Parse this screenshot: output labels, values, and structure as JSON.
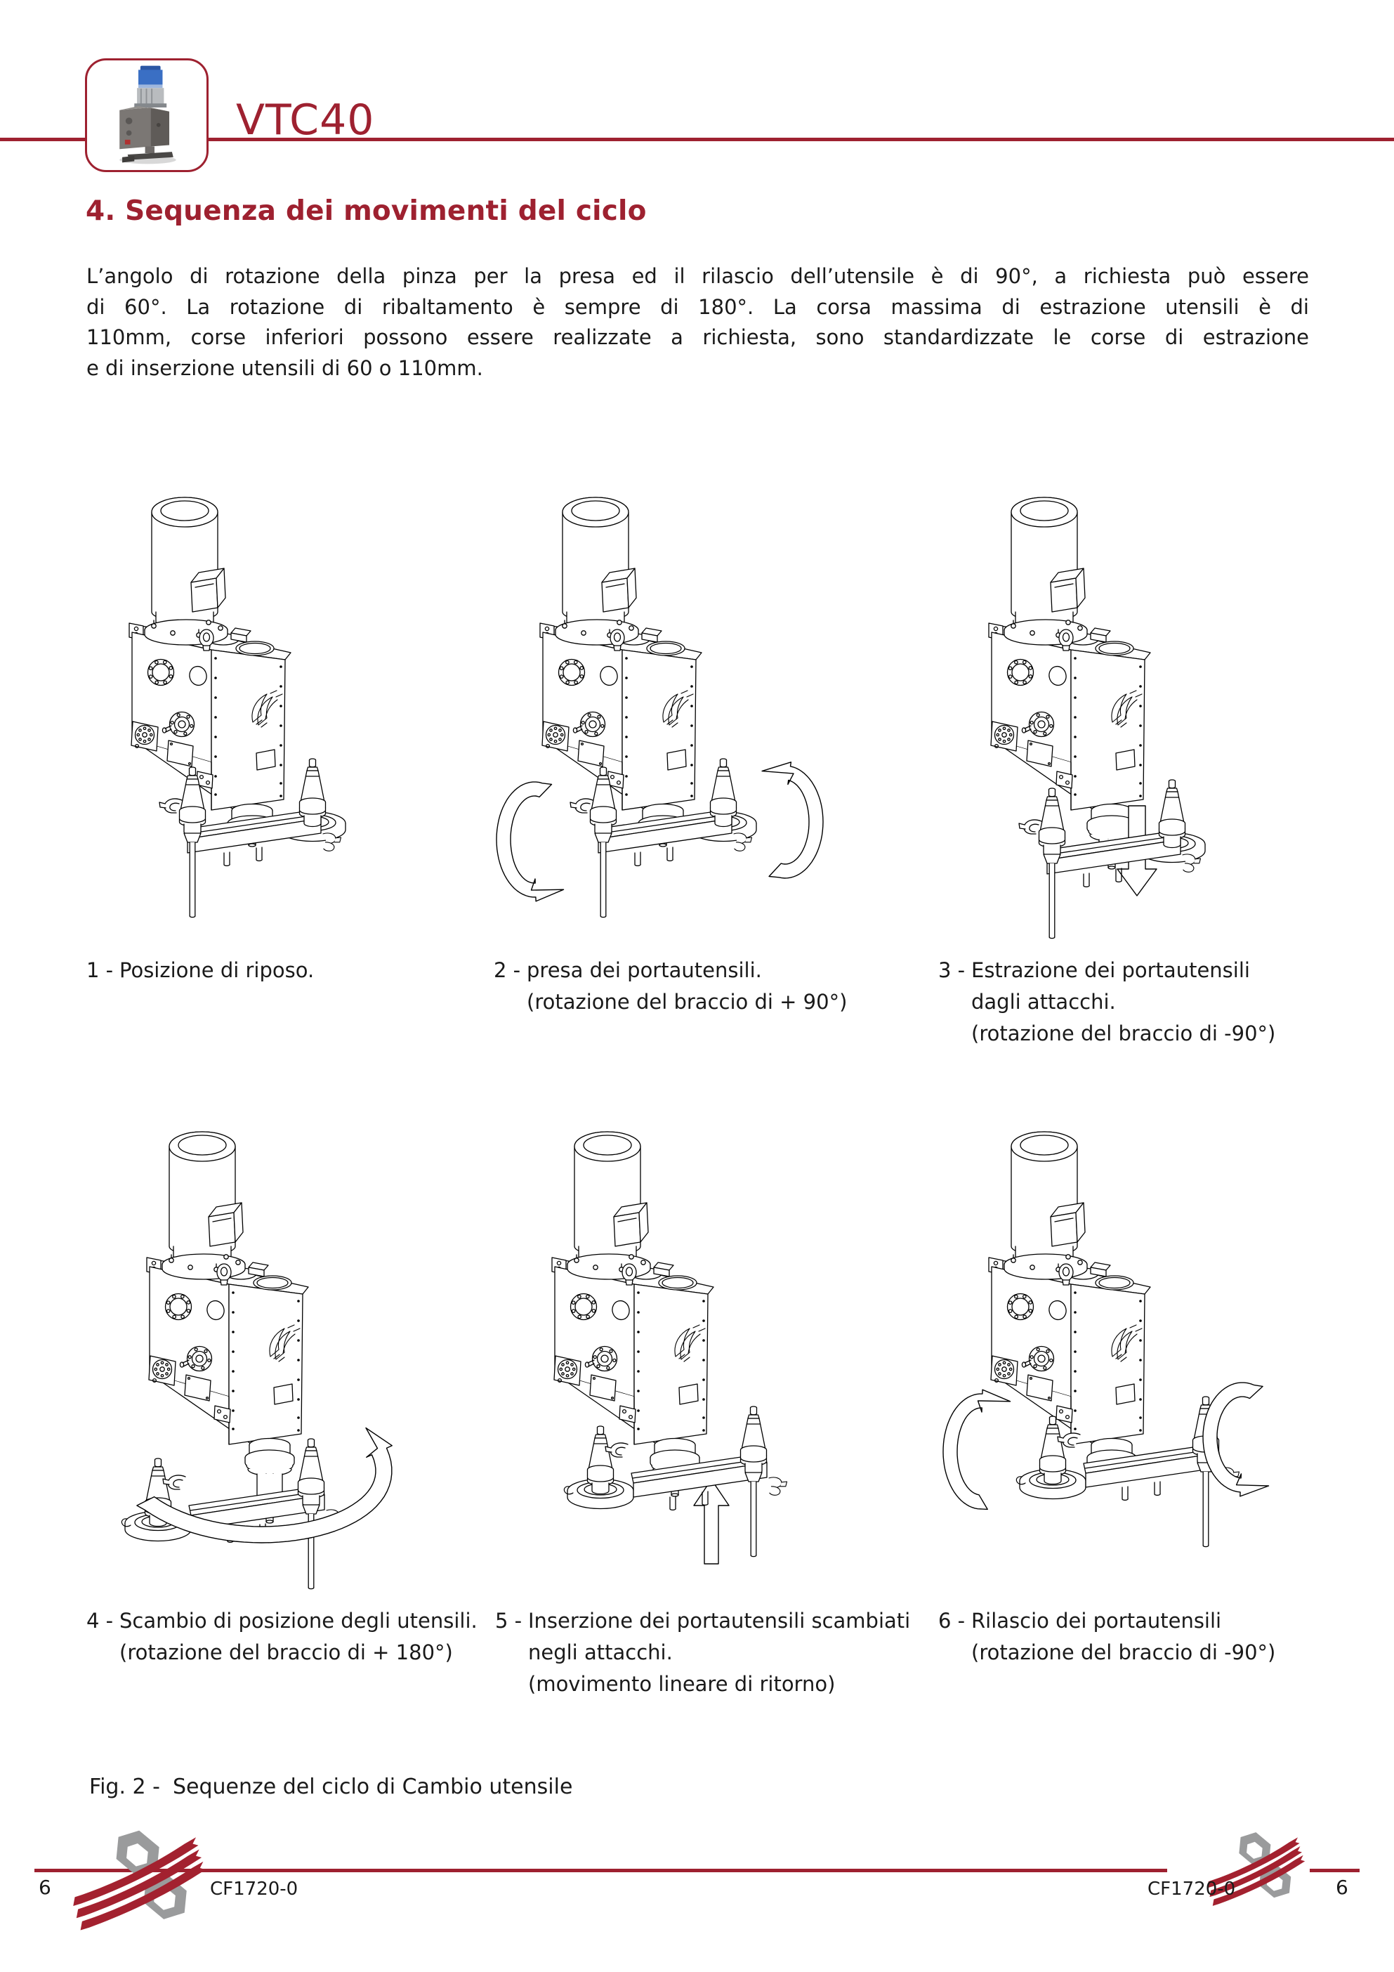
{
  "page": {
    "background": "#ffffff",
    "accent_color": "#9e2130",
    "text_color": "#1a1a1a"
  },
  "header": {
    "product_code": "VTC40",
    "logo": "machine-photo"
  },
  "section": {
    "title": "4. Sequenza dei movimenti del ciclo"
  },
  "paragraph": {
    "lines": [
      "L’angolo di rotazione della pinza per la presa ed il rilascio dell’utensile è di 90°, a richiesta può essere",
      "di  60°. La rotazione di ribaltamento è sempre di 180°. La corsa massima di estrazione utensili è di",
      "110mm, corse inferiori possono essere realizzate a richiesta, sono  standardizzate le corse di estrazione",
      "e di inserzione utensili di 60 o 110mm."
    ]
  },
  "figures": [
    {
      "prefix": "1 -",
      "lines": [
        "Posizione di riposo."
      ]
    },
    {
      "prefix": "2 -",
      "lines": [
        "presa dei portautensili.",
        "(rotazione del braccio di + 90°)"
      ]
    },
    {
      "prefix": "3 -",
      "lines": [
        "Estrazione dei portautensili",
        "dagli attacchi.",
        "(rotazione del braccio di -90°)"
      ]
    },
    {
      "prefix": "4 -",
      "lines": [
        "Scambio di posizione degli utensili.",
        "(rotazione del braccio di + 180°)"
      ]
    },
    {
      "prefix": "5 -",
      "lines": [
        "Inserzione dei portautensili scambiati",
        "negli attacchi.",
        "(movimento lineare di ritorno)"
      ]
    },
    {
      "prefix": "6 -",
      "lines": [
        "Rilascio dei portautensili",
        "(rotazione del braccio di -90°)"
      ]
    }
  ],
  "figure_caption": {
    "label": "Fig. 2 -",
    "text": "Sequenze del ciclo di Cambio utensile"
  },
  "footer": {
    "page_number_left": "6",
    "page_number_right": "6",
    "doc_code_left": "CF1720-0",
    "doc_code_right": "CF1720-0"
  }
}
